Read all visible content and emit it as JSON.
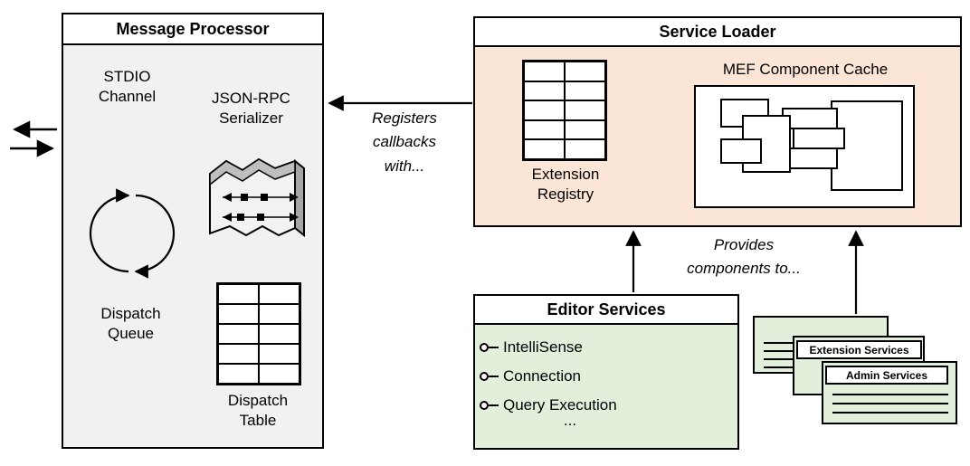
{
  "colors": {
    "message_processor_fill": "#f1f1f1",
    "service_loader_fill": "#fbe5d6",
    "editor_services_fill": "#e2efda",
    "box_border": "#000000",
    "header_fill": "#ffffff"
  },
  "message_processor": {
    "title": "Message Processor",
    "stdio_channel_label": "STDIO\nChannel",
    "serializer_label": "JSON-RPC\nSerializer",
    "dispatch_queue_label": "Dispatch\nQueue",
    "dispatch_table_label": "Dispatch\nTable"
  },
  "service_loader": {
    "title": "Service Loader",
    "extension_registry_label": "Extension\nRegistry",
    "mef_cache_label": "MEF Component Cache"
  },
  "editor_services": {
    "title": "Editor Services",
    "items": [
      "IntelliSense",
      "Connection",
      "Query Execution"
    ],
    "ellipsis": "..."
  },
  "service_cards": {
    "extension_services_label": "Extension Services",
    "admin_services_label": "Admin Services"
  },
  "annotations": {
    "registers_callbacks": "Registers\ncallbacks\nwith...",
    "provides_components": "Provides\ncomponents to..."
  },
  "icons": {
    "stdio_arrows": "bidirectional-arrows-icon",
    "dispatch_queue": "cycle-arrows-icon",
    "serializer": "serializer-ribbon-icon",
    "mef_components": "component-blocks-icon",
    "interface": "lollipop-interface-icon"
  }
}
